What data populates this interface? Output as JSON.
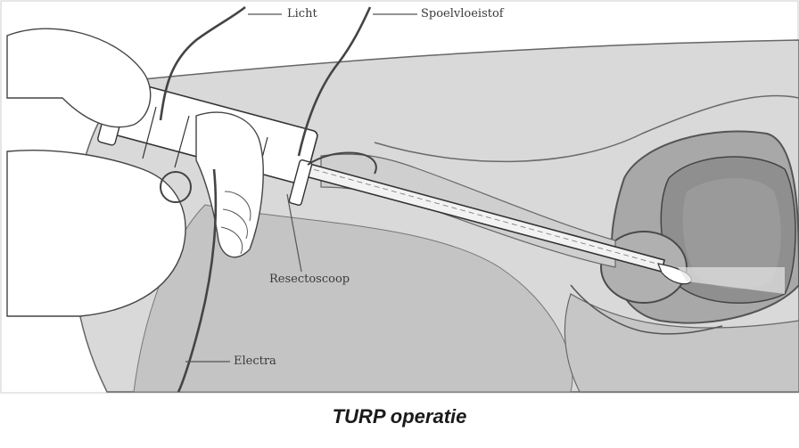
{
  "figure": {
    "caption": "TURP operatie",
    "labels": {
      "licht": "Licht",
      "spoelvloeistof": "Spoelvloeistof",
      "resectoscoop": "Resectoscoop",
      "electra": "Electra"
    }
  },
  "colors": {
    "skin": "#bdbdbd",
    "skin_light": "#d9d9d9",
    "organ_dark": "#8f8f8f",
    "outline": "#555555",
    "background": "#ffffff"
  }
}
